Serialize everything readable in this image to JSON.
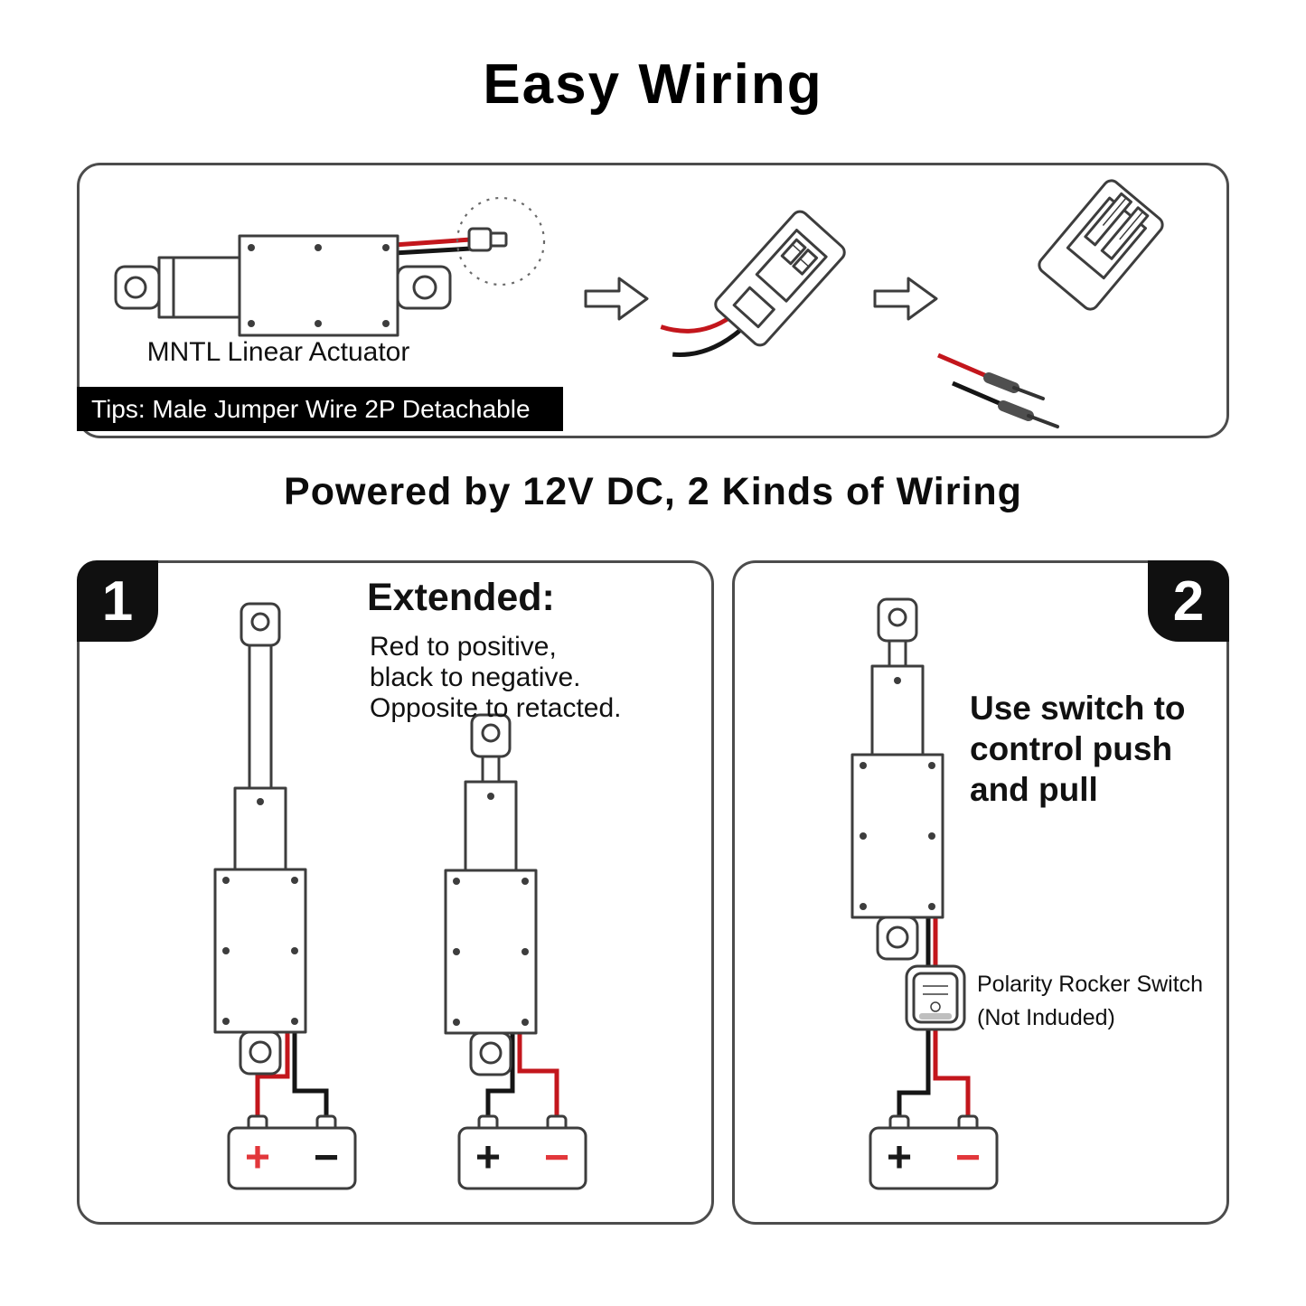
{
  "colors": {
    "line": "#3d3d3d",
    "wire-red": "#c3161c",
    "wire-black": "#151515",
    "sign-red": "#e2373b",
    "banner-bg": "#000000",
    "banner-fg": "#ffffff",
    "badge-bg": "#101010",
    "badge-fg": "#ffffff"
  },
  "header": {
    "title": "Easy Wiring"
  },
  "top_box": {
    "actuator_label": "MNTL Linear Actuator",
    "tips_banner": "Tips: Male Jumper Wire 2P Detachable"
  },
  "subtitle": "Powered by 12V DC, 2 Kinds of Wiring",
  "box1": {
    "number": "1",
    "heading": "Extended:",
    "lines": [
      "Red to positive,",
      "black to negative.",
      "Opposite to retacted."
    ],
    "battery_left": {
      "plus": "+",
      "minus": "−"
    },
    "battery_right": {
      "plus": "+",
      "minus": "−"
    }
  },
  "box2": {
    "number": "2",
    "heading_lines": [
      "Use switch to",
      "control push",
      "and pull"
    ],
    "switch_label_lines": [
      "Polarity Rocker Switch",
      "(Not Induded)"
    ],
    "battery": {
      "plus": "+",
      "minus": "−"
    }
  }
}
